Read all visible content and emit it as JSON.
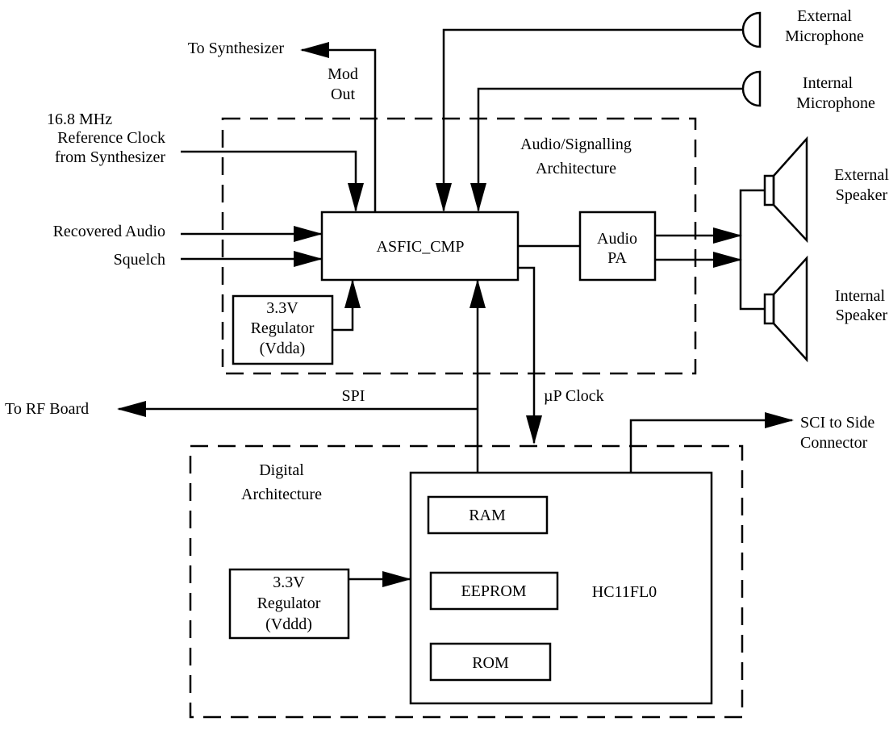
{
  "blocks": {
    "audio_arch": [
      "Audio/Signalling",
      "Architecture"
    ],
    "digital_arch": [
      "Digital",
      "Architecture"
    ],
    "asfic": "ASFIC_CMP",
    "audio_pa": [
      "Audio",
      "PA"
    ],
    "reg_vdda": [
      "3.3V",
      "Regulator",
      "(Vdda)"
    ],
    "reg_vddd": [
      "3.3V",
      "Regulator",
      "(Vddd)"
    ],
    "hc11": "HC11FL0",
    "ram": "RAM",
    "eeprom": "EEPROM",
    "rom": "ROM"
  },
  "signals": {
    "to_synth": "To Synthesizer",
    "mod_out": [
      "Mod",
      "Out"
    ],
    "ref_clock": [
      "16.8 MHz",
      "Reference Clock",
      "from Synthesizer"
    ],
    "recovered_audio": "Recovered Audio",
    "squelch": "Squelch",
    "to_rf": "To RF Board",
    "spi": "SPI",
    "up_clock": "µP Clock",
    "sci": [
      "SCI to Side",
      "Connector"
    ]
  },
  "devices": {
    "ext_mic": [
      "External",
      "Microphone"
    ],
    "int_mic": [
      "Internal",
      "Microphone"
    ],
    "ext_spk": [
      "External",
      "Speaker"
    ],
    "int_spk": [
      "Internal",
      "Speaker"
    ]
  }
}
